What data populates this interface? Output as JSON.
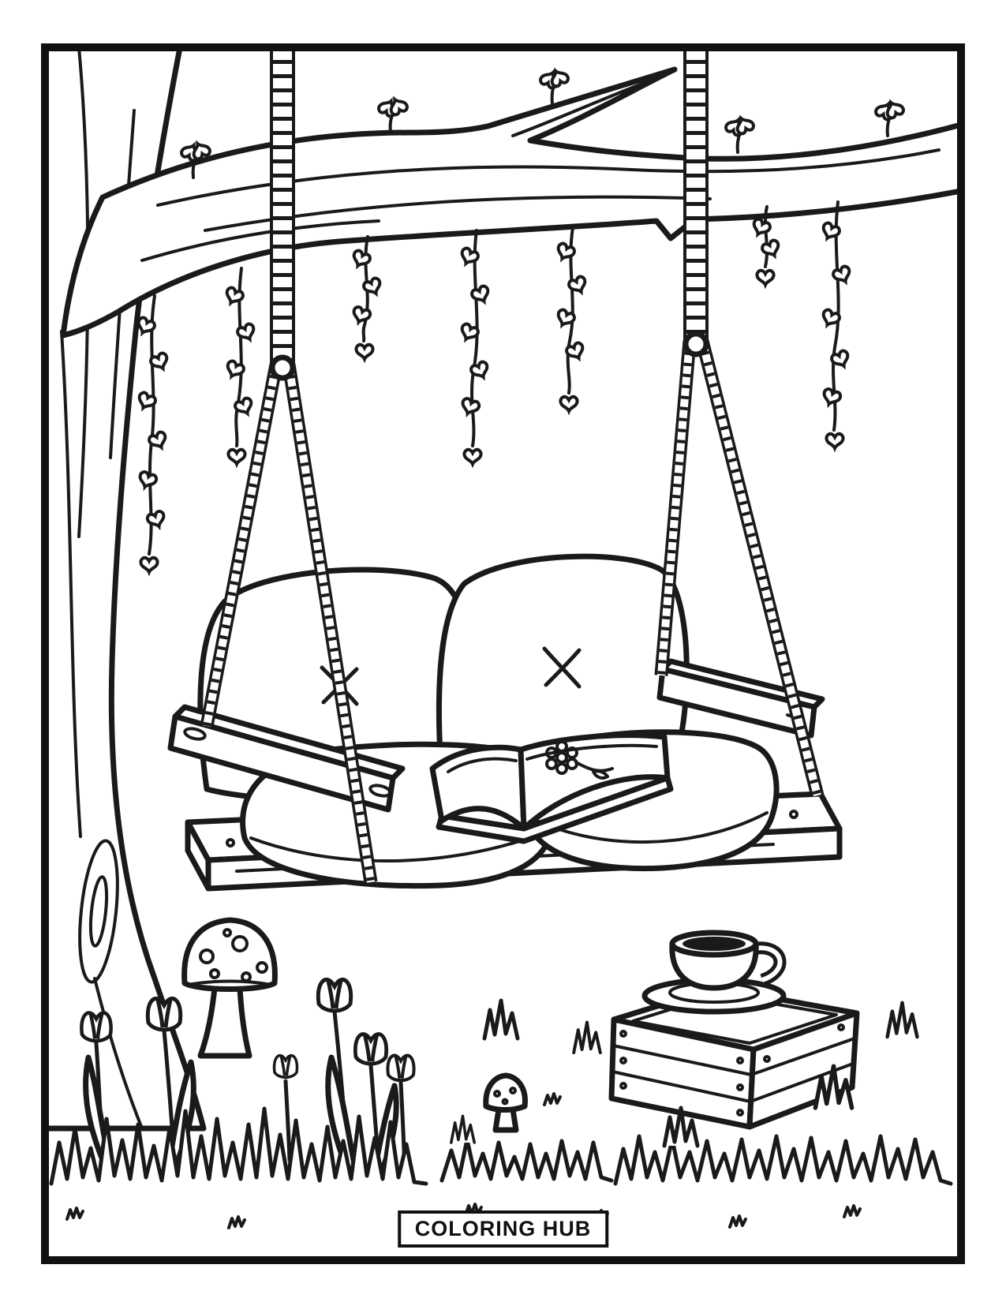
{
  "page": {
    "title": "Garden swing coloring page",
    "paper_color": "#ffffff",
    "line_color": "#1a1a1a",
    "coffee_color": "#1a1a1a"
  },
  "footer": {
    "brand_label": "COLORING HUB"
  },
  "scene": {
    "elements": [
      "tree-trunk",
      "tree-branch",
      "hanging-vines",
      "heart-leaves",
      "rope-left",
      "rope-right",
      "swing-bench",
      "back-cushions",
      "seat-cushions",
      "open-book",
      "flower-doodle",
      "wooden-crate",
      "coffee-cup",
      "saucer",
      "large-mushroom",
      "small-mushroom",
      "tulips",
      "grass"
    ]
  }
}
